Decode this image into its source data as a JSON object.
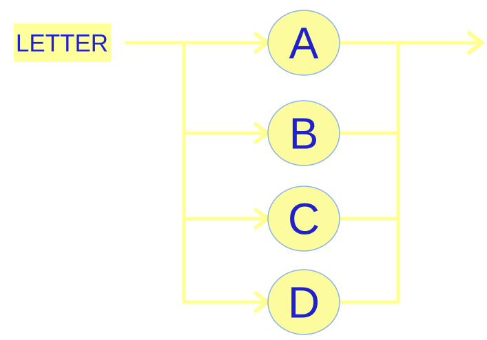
{
  "diagram": {
    "start_label": "LETTER",
    "nodes": [
      "A",
      "B",
      "C",
      "D"
    ],
    "colors": {
      "background": "#FFFFFF",
      "connector_yellow": "#FFFF8F",
      "terminal_fill_yellow": "#FFFF9C",
      "node_fill_yellow": "#FCFC9E",
      "node_border_blue": "#8DB4E2",
      "label_blue": "#2020CD"
    }
  }
}
